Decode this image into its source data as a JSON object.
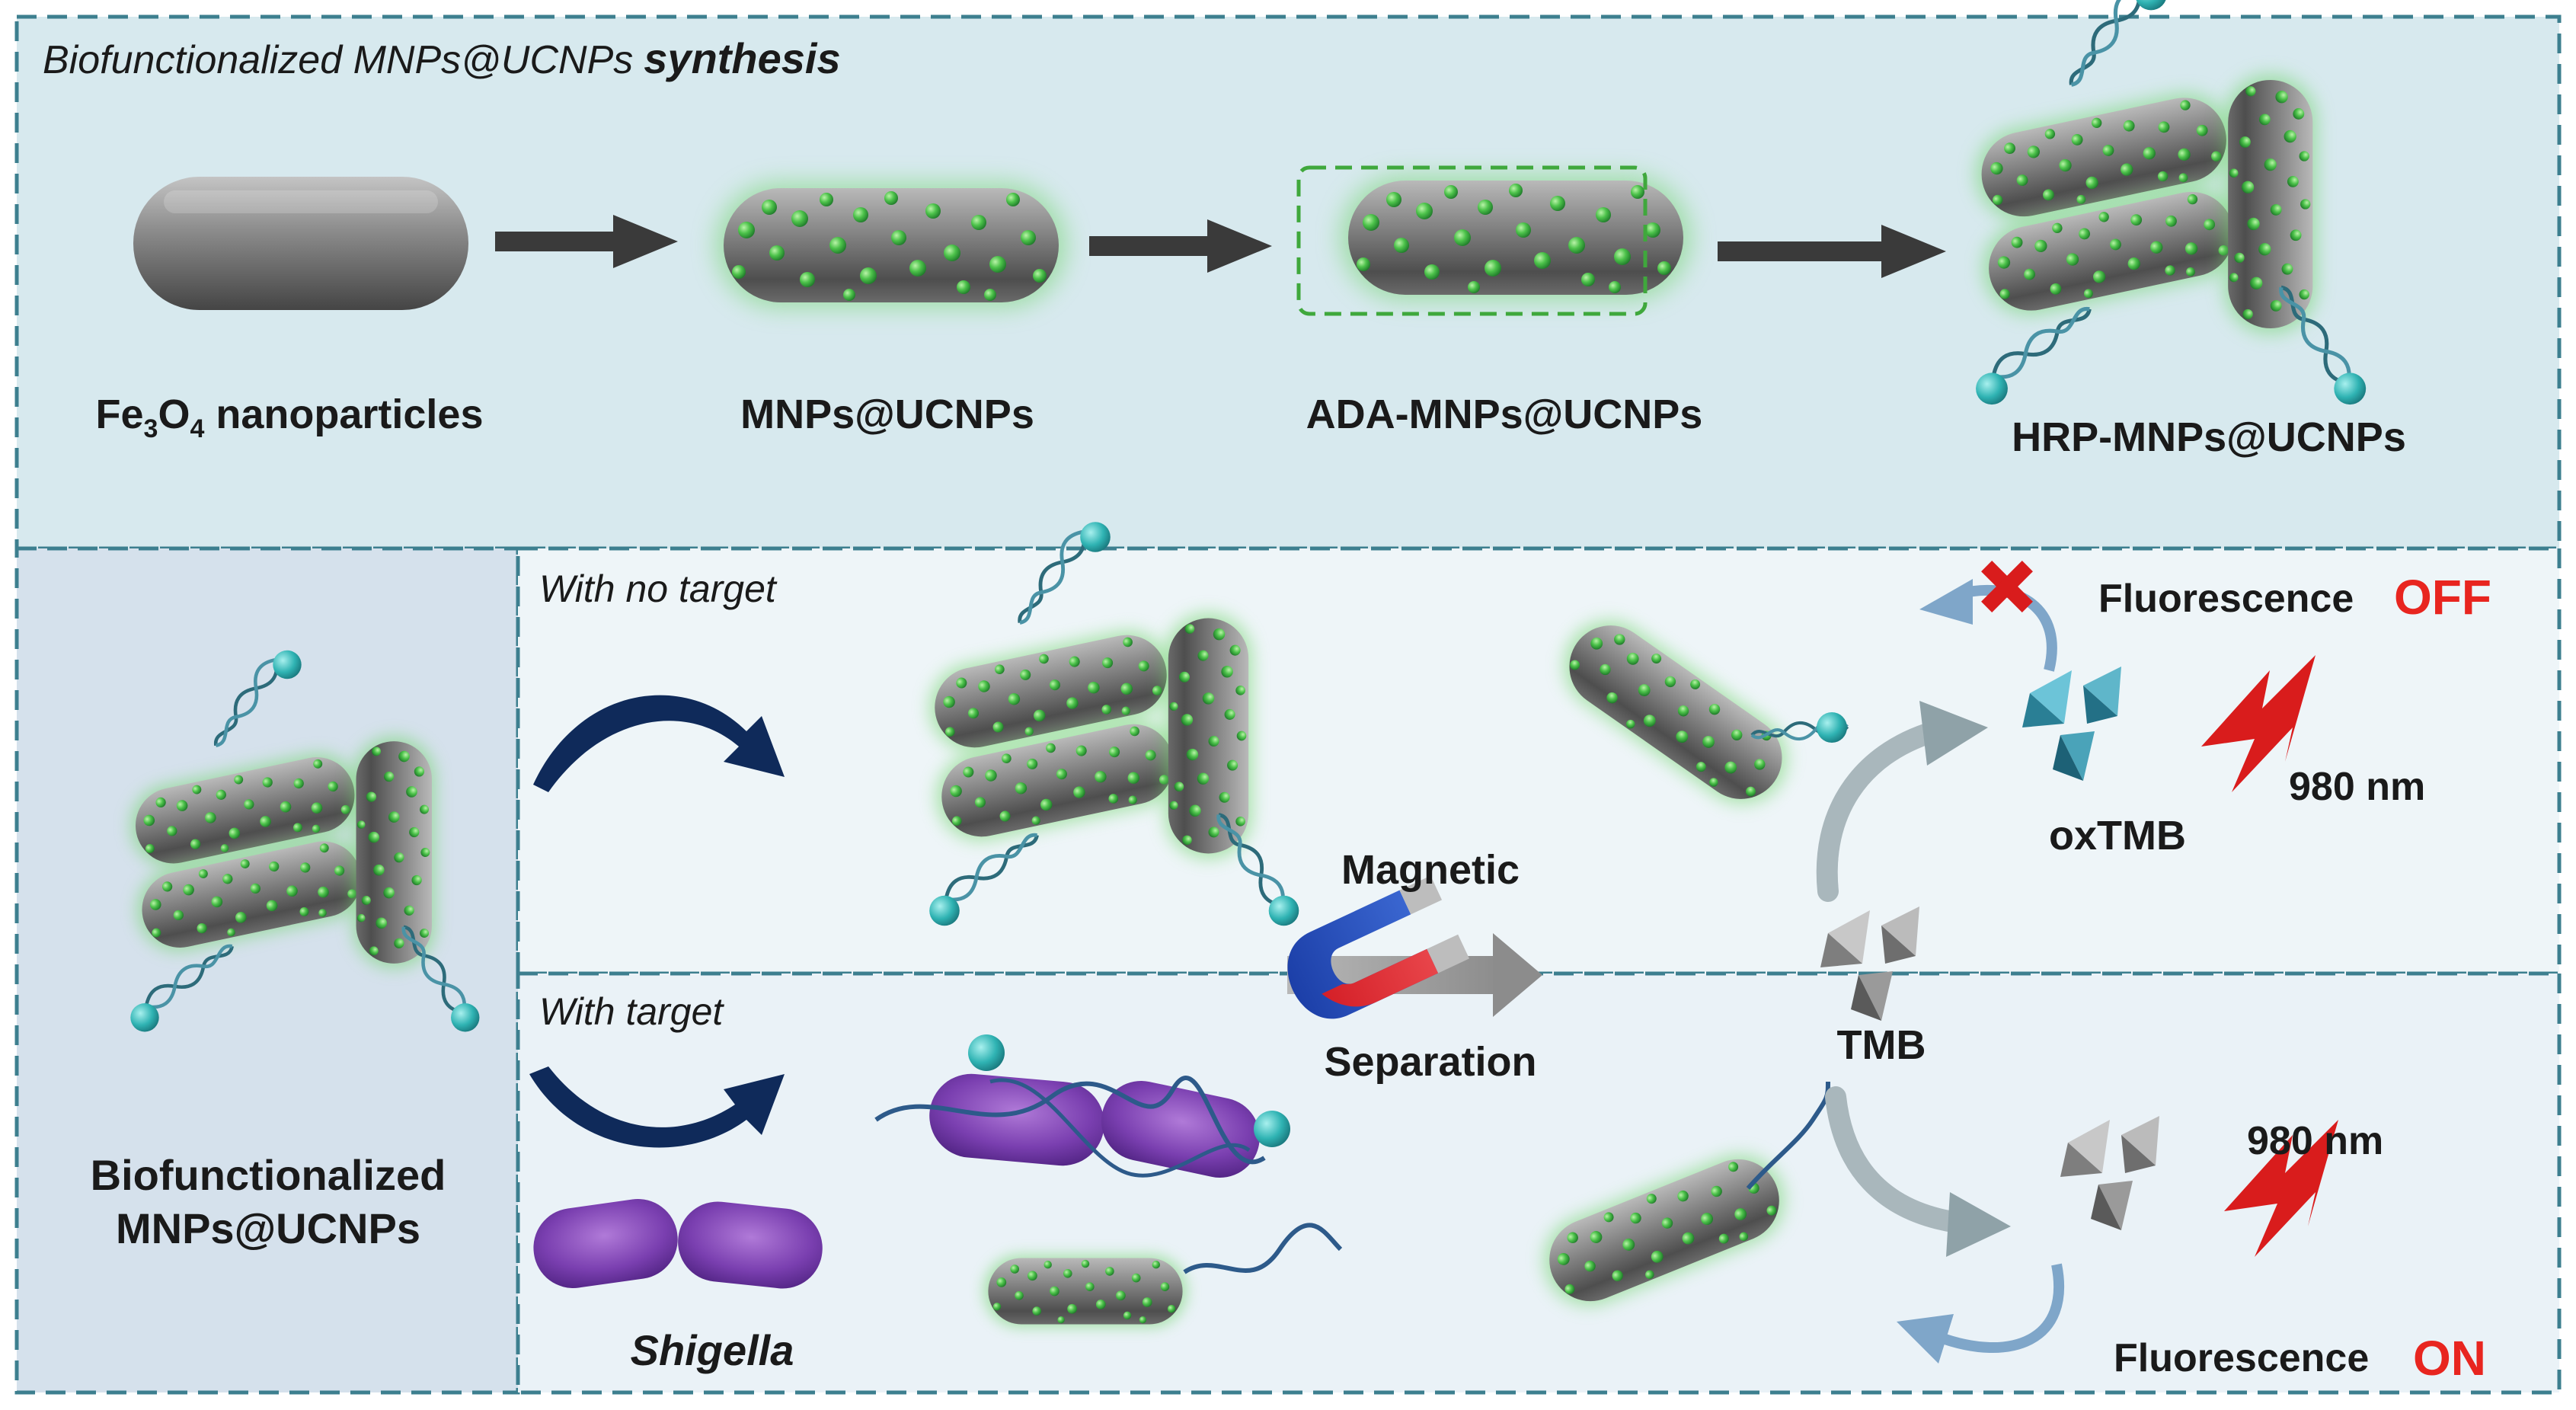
{
  "synthesis_panel": {
    "title_part1": "Biofunctionalized MNPs@UCNPs",
    "title_part2": "synthesis",
    "step_labels": {
      "fe3o4_main": "Fe",
      "fe3o4_sub1": "3",
      "fe3o4_mid": "O",
      "fe3o4_sub2": "4",
      "fe3o4_rest": " nanoparticles",
      "mnps_ucnps": "MNPs@UCNPs",
      "ada_mnps_ucnps": "ADA-MNPs@UCNPs",
      "hrp_mnps_ucnps": "HRP-MNPs@UCNPs"
    }
  },
  "left_panel": {
    "label_line1": "Biofunctionalized",
    "label_line2": "MNPs@UCNPs"
  },
  "no_target_panel": {
    "title": "With no target",
    "fluorescence_label": "Fluorescence",
    "fluorescence_state": "OFF",
    "wavelength": "980 nm",
    "product_label": "oxTMB"
  },
  "target_panel": {
    "title": "With target",
    "bacteria_label": "Shigella",
    "fluorescence_label": "Fluorescence",
    "fluorescence_state": "ON",
    "wavelength": "980 nm"
  },
  "separation": {
    "label_top": "Magnetic",
    "label_bottom": "Separation"
  },
  "substrate_label": "TMB",
  "colors": {
    "panel_top": "#d7e9ee",
    "panel_left": "#d5e1ec",
    "panel_light": "#eef5f8",
    "dashed_border": "#3d7f8f",
    "arrow_dark": "#0f2a5a",
    "accent_red": "#e8251f",
    "green_dot": "#4fc24f"
  }
}
